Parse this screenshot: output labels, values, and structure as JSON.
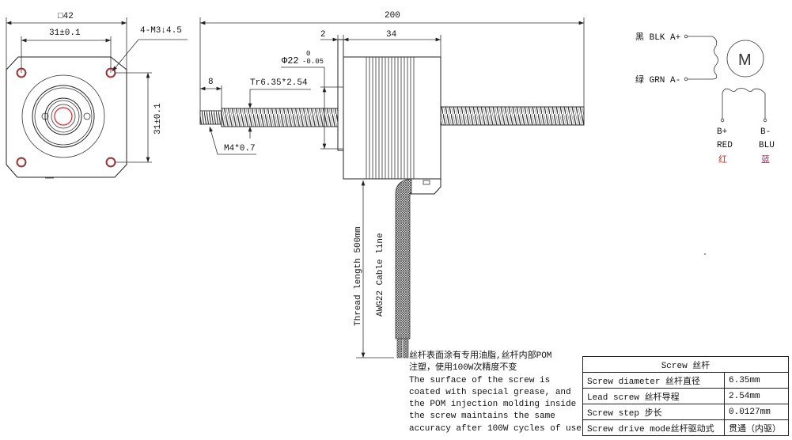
{
  "front_view": {
    "dim_square": "□42",
    "dim_hole_spacing_h": "31±0.1",
    "dim_hole_spacing_v": "31±0.1",
    "hole_callout": "4-M3↓4.5"
  },
  "side_view": {
    "dim_total_length": "200",
    "dim_flange": "2",
    "dim_body": "34",
    "dim_boss_diameter": "Φ22",
    "dim_boss_tol_upper": "0",
    "dim_boss_tol_lower": "-0.05",
    "dim_end_length": "8",
    "screw_thread": "Tr6.35*2.54",
    "end_thread": "M4*0.7",
    "thread_length": "Thread length 500mm",
    "cable": "AWG22 Cable line"
  },
  "wiring": {
    "a_plus": "黑 BLK A+",
    "a_minus": "绿 GRN A-",
    "motor": "M",
    "b_plus": "B+",
    "b_plus_color": "RED",
    "b_plus_cn": "红",
    "b_minus": "B-",
    "b_minus_color": "BLU",
    "b_minus_cn": "蓝"
  },
  "note": {
    "cn_1": "丝杆表面涂有专用油脂,丝杆内部POM",
    "cn_2": "注塑，使用100W次精度不变",
    "en_1": "The surface of the screw is",
    "en_2": "coated with special grease, and",
    "en_3": "the POM injection molding inside",
    "en_4": "the screw maintains the same",
    "en_5": "accuracy after 100W cycles of use"
  },
  "spec_table": {
    "title": "Screw  丝杆",
    "rows": [
      {
        "label": "Screw diameter 丝杆直径",
        "value": "6.35mm"
      },
      {
        "label": "Lead screw 丝杆导程",
        "value": "2.54mm"
      },
      {
        "label": "Screw step 步长",
        "value": "0.0127mm"
      },
      {
        "label": "Screw drive mode丝杆驱动式",
        "value": "贯通（内驱）"
      }
    ]
  },
  "colors": {
    "hole_red": "#e02020",
    "dim_line": "#222222",
    "red_label": "#c0392b"
  }
}
